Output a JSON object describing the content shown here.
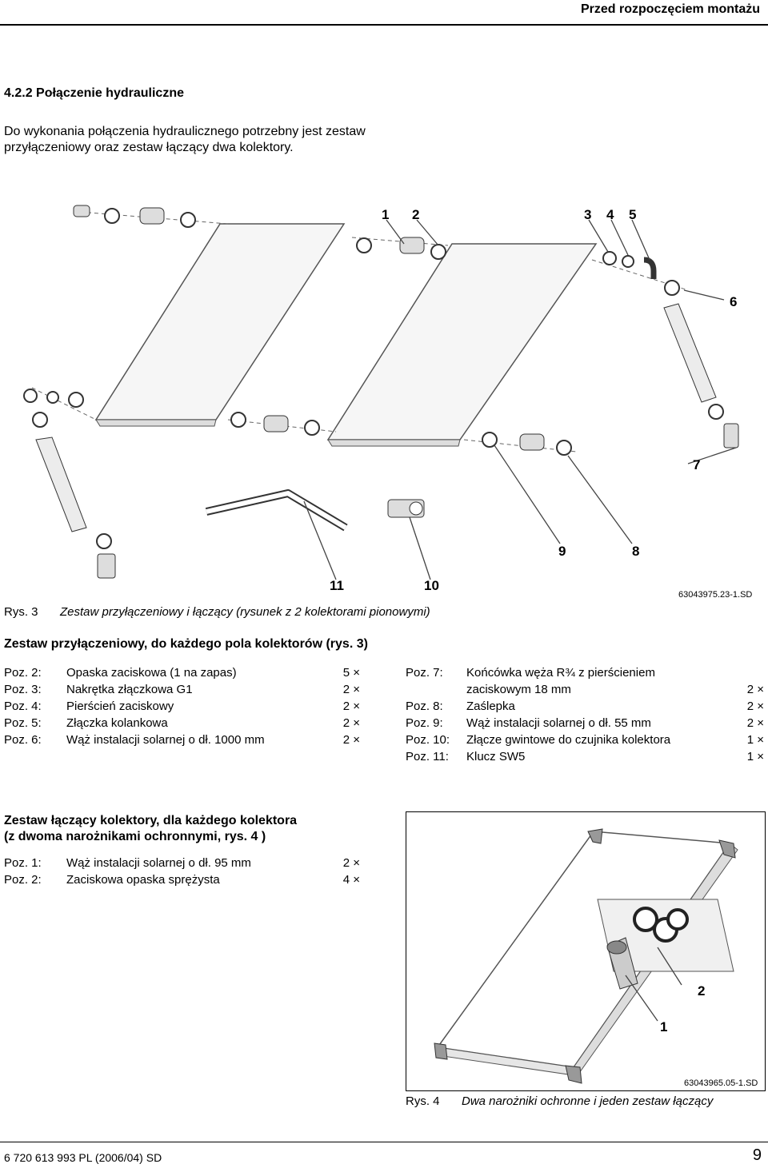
{
  "header": {
    "title": "Przed rozpoczęciem montażu"
  },
  "section": {
    "heading": "4.2.2 Połączenie hydrauliczne",
    "intro": "Do wykonania połączenia hydraulicznego potrzebny jest zestaw przyłączeniowy oraz zestaw łączący dwa kolektory."
  },
  "fig3": {
    "labels": [
      "1",
      "2",
      "3",
      "4",
      "5",
      "6",
      "7",
      "8",
      "9",
      "10",
      "11"
    ],
    "code": "63043975.23-1.SD",
    "caption_label": "Rys. 3",
    "caption_text": "Zestaw przyłączeniowy i łączący (rysunek z 2 kolektorami pionowymi)"
  },
  "set1": {
    "title": "Zestaw przyłączeniowy, do każdego pola kolektorów (rys. 3)",
    "left": [
      {
        "pos": "Poz. 2:",
        "desc": "Opaska zaciskowa (1 na zapas)",
        "qty": "5 ×"
      },
      {
        "pos": "Poz. 3:",
        "desc": "Nakrętka złączkowa G1",
        "qty": "2 ×"
      },
      {
        "pos": "Poz. 4:",
        "desc": "Pierścień zaciskowy",
        "qty": "2 ×"
      },
      {
        "pos": "Poz. 5:",
        "desc": "Złączka kolankowa",
        "qty": "2 ×"
      },
      {
        "pos": "Poz. 6:",
        "desc": "Wąż instalacji solarnej o dł. 1000 mm",
        "qty": "2 ×"
      }
    ],
    "right": [
      {
        "pos": "Poz. 7:",
        "desc": "Końcówka węża R¾ z pierścieniem",
        "qty": ""
      },
      {
        "pos": "",
        "desc": "zaciskowym 18 mm",
        "qty": "2 ×"
      },
      {
        "pos": "Poz. 8:",
        "desc": "Zaślepka",
        "qty": "2 ×"
      },
      {
        "pos": "Poz. 9:",
        "desc": "Wąż instalacji solarnej o dł. 55 mm",
        "qty": "2 ×"
      },
      {
        "pos": "Poz. 10:",
        "desc": "Złącze gwintowe do czujnika kolektora",
        "qty": "1 ×"
      },
      {
        "pos": "Poz. 11:",
        "desc": "Klucz SW5",
        "qty": "1 ×"
      }
    ]
  },
  "set2": {
    "title_line1": "Zestaw łączący kolektory, dla każdego kolektora",
    "title_line2": "(z dwoma narożnikami ochronnymi, rys. 4 )",
    "items": [
      {
        "pos": "Poz. 1:",
        "desc": "Wąż instalacji solarnej o dł. 95 mm",
        "qty": "2 ×"
      },
      {
        "pos": "Poz. 2:",
        "desc": "Zaciskowa opaska sprężysta",
        "qty": "4 ×"
      }
    ]
  },
  "fig4": {
    "labels": [
      "2",
      "1"
    ],
    "code": "63043965.05-1.SD",
    "caption_label": "Rys. 4",
    "caption_text": "Dwa narożniki ochronne i jeden zestaw łączący"
  },
  "footer": {
    "left": "6 720 613 993 PL (2006/04) SD",
    "page": "9"
  }
}
